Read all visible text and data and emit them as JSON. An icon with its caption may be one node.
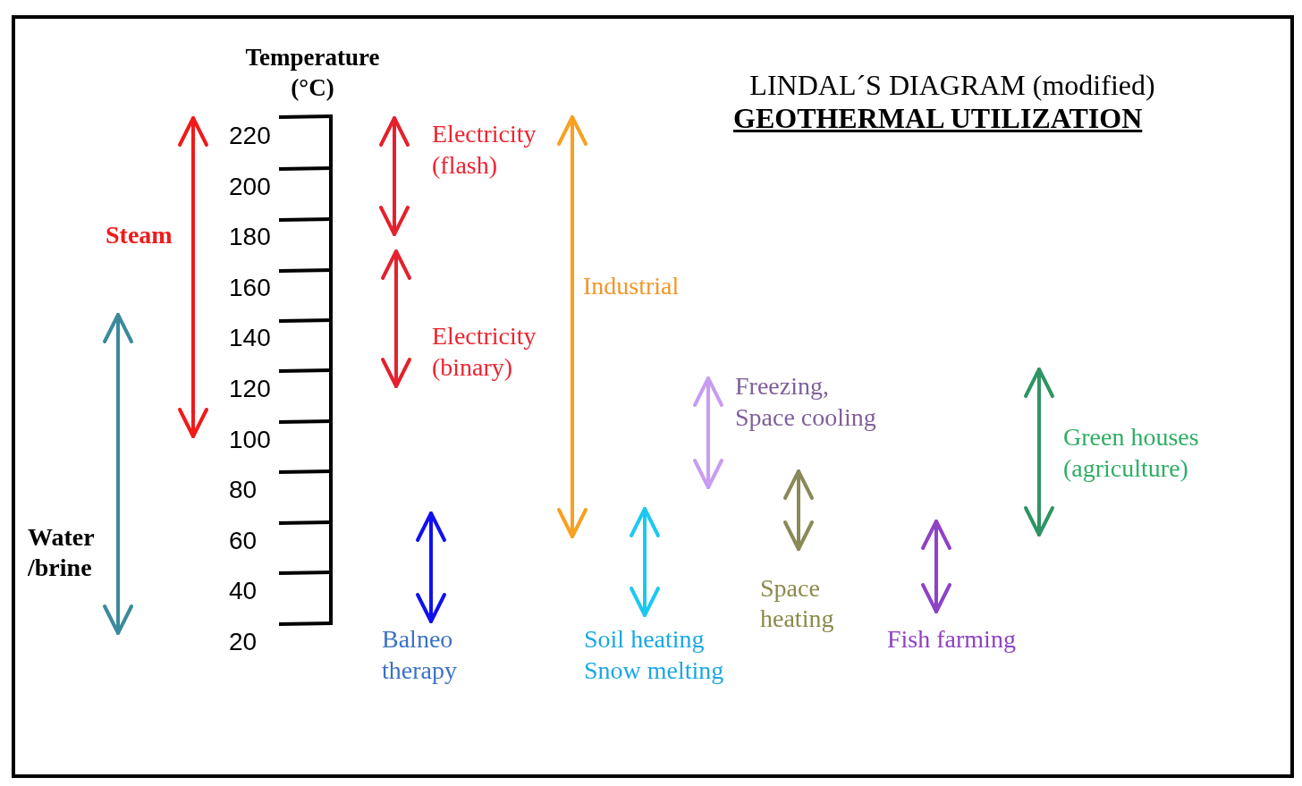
{
  "diagram": {
    "title": "LINDAL´S DIAGRAM (modified)",
    "labels": [
      "Temperature (°C)",
      "GEOTHERMAL UTILIZATION",
      "220",
      "200",
      "180",
      "160",
      "140",
      "120",
      "100",
      "80",
      "60",
      "40",
      "20",
      "Electricity (flash)",
      "Steam",
      "Industrial",
      "Electricity (binary)",
      "Freezing, Space cooling",
      "Green houses (agriculture)",
      "Water /brine",
      "Space heating",
      "Balneo therapy",
      "Soil heating Snow melting",
      "Fish farming"
    ]
  }
}
